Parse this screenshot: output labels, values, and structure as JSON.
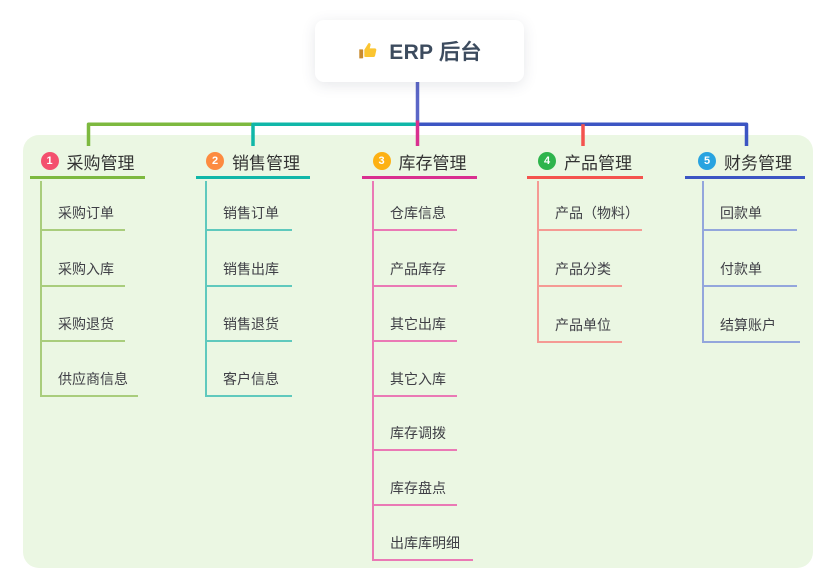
{
  "root": {
    "title": "ERP 后台",
    "icon": "thumbs-up-icon"
  },
  "branches": [
    {
      "badge": "1",
      "label": "采购管理",
      "children": [
        "采购订单",
        "采购入库",
        "采购退货",
        "供应商信息"
      ]
    },
    {
      "badge": "2",
      "label": "销售管理",
      "children": [
        "销售订单",
        "销售出库",
        "销售退货",
        "客户信息"
      ]
    },
    {
      "badge": "3",
      "label": "库存管理",
      "children": [
        "仓库信息",
        "产品库存",
        "其它出库",
        "其它入库",
        "库存调拨",
        "库存盘点",
        "出库库明细"
      ]
    },
    {
      "badge": "4",
      "label": "产品管理",
      "children": [
        "产品（物料）",
        "产品分类",
        "产品单位"
      ]
    },
    {
      "badge": "5",
      "label": "财务管理",
      "children": [
        "回款单",
        "付款单",
        "结算账户"
      ]
    }
  ],
  "colors": {
    "page_bg": "#ffffff",
    "panel_bg": "#ebf7e3",
    "card_bg": "#ffffff",
    "title_color": "#3c4b5e",
    "header_text": "#333333",
    "child_text": "#3f3f46",
    "root_line": "#5b66c7",
    "b1_line": "#7db93f",
    "b1_child": "#a9cd7c",
    "b1_badge": "#f4506e",
    "b2_line": "#10b7a8",
    "b2_child": "#5fc9bd",
    "b2_badge": "#fd8b40",
    "b3_line": "#d93090",
    "b3_child": "#ea79b5",
    "b3_badge": "#fdb113",
    "b4_line": "#f4534e",
    "b4_child": "#f59a94",
    "b4_badge": "#2eb44c",
    "b5_line": "#3c55c3",
    "b5_child": "#93a6dc",
    "b5_badge": "#28a3e0",
    "icon_color": "#fbc531"
  }
}
